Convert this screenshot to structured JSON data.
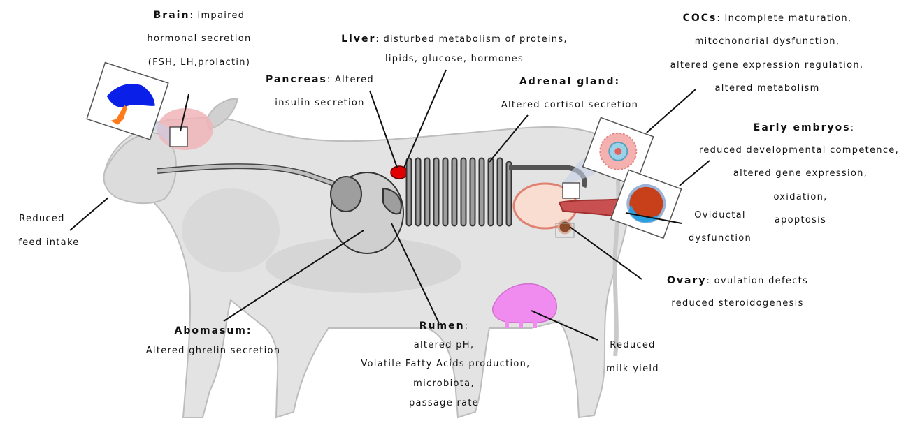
{
  "labels": {
    "brain": {
      "title": "Brain",
      "sep": ": ",
      "l1": "impaired",
      "l2": "hormonal secretion",
      "l3": "(FSH, LH,prolactin)"
    },
    "liver": {
      "title": "Liver",
      "sep": ": ",
      "l1": "disturbed metabolism of proteins,",
      "l2": "lipids, glucose, hormones"
    },
    "pancreas": {
      "title": "Pancreas",
      "sep": ": ",
      "l1": "Altered",
      "l2": "insulin secretion"
    },
    "adrenal": {
      "title": "Adrenal gland:",
      "l1": "Altered cortisol secretion"
    },
    "cocs": {
      "title": "COCs",
      "sep": ": ",
      "l1": "Incomplete maturation,",
      "l2": "mitochondrial dysfunction,",
      "l3": "altered gene expression regulation,",
      "l4": "altered metabolism"
    },
    "embryos": {
      "title": "Early embryos",
      "sep": ":",
      "l1": "reduced developmental competence,",
      "l2": "altered gene expression,",
      "l3": "oxidation,",
      "l4": "apoptosis"
    },
    "oviduct": {
      "l1": "Oviductal",
      "l2": "dysfunction"
    },
    "ovary": {
      "title": "Ovary",
      "sep": ": ",
      "l1": "ovulation defects",
      "l2": "reduced steroidogenesis"
    },
    "feed": {
      "l1": "Reduced",
      "l2": "feed intake"
    },
    "abomasum": {
      "title": "Abomasum:",
      "l1": "Altered ghrelin secretion"
    },
    "rumen": {
      "title": "Rumen",
      "sep": ":",
      "l1": "altered pH,",
      "l2": "Volatile Fatty Acids production,",
      "l3": "microbiota,",
      "l4": "passage rate"
    },
    "milk": {
      "l1": "Reduced",
      "l2": "milk yield"
    }
  },
  "colors": {
    "cow_body": "#e3e3e3",
    "cow_shade": "#c9c9c9",
    "gut": "#9e9e9e",
    "liver": "#e00000",
    "udder": "#f08cf0",
    "brain": "#f0b4b8",
    "uterus": "#f5a8a0",
    "ovary_region": "#0a1fe8"
  }
}
